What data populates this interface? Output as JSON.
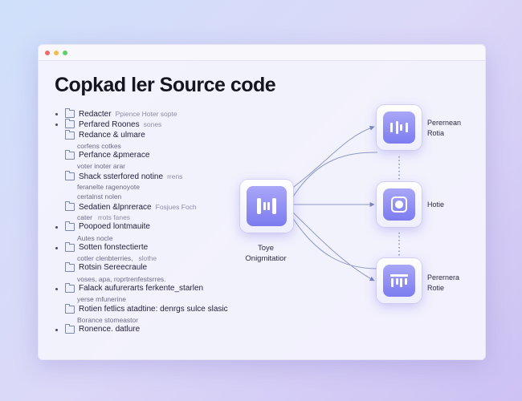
{
  "title": "Copkad ler Source code",
  "tree": [
    {
      "label": "Redacter",
      "note": "Ppience Hoter sopte",
      "bullet": true
    },
    {
      "label": "Perfared Roones",
      "note": "sones",
      "bullet": true
    },
    {
      "label": "Redance & ulmare",
      "note": "",
      "bullet": false
    },
    {
      "sub": "corfens cotkes",
      "note": ""
    },
    {
      "label": "Perfance &pmerace",
      "note": "",
      "bullet": false
    },
    {
      "sub": "voter inoter arar",
      "note": ""
    },
    {
      "label": "Shack ssterfored notine",
      "note": "rrens",
      "bullet": false
    },
    {
      "sub": "feranelte ragenoyote",
      "note": ""
    },
    {
      "sub": "certalnst nolen",
      "note": ""
    },
    {
      "label": "Sedatien &lpnrerace",
      "note": "Fosjues Foch",
      "bullet": false
    },
    {
      "sub": "cater",
      "note": "rrots fanes"
    },
    {
      "label": "Poopoed lontmauite",
      "note": "",
      "bullet": true
    },
    {
      "sub": "Autes nocle",
      "note": ""
    },
    {
      "label": "Sotten fonstectierte",
      "note": "",
      "bullet": true
    },
    {
      "sub": "cotler clenbterries,",
      "note": "slothe"
    },
    {
      "label": "Rotsin Sereecraule",
      "note": "",
      "bullet": false
    },
    {
      "sub": "voses, apa, roprtrenfestsrres.",
      "note": ""
    },
    {
      "label": "Falack aufurerarts ferkente_starlen",
      "note": "",
      "bullet": true
    },
    {
      "sub": "yerse mfunerine",
      "note": ""
    },
    {
      "label": "Rotien fetlics atadtine: denrgs sulce slasic",
      "note": "",
      "bullet": false
    },
    {
      "sub": "Borance stomeastor",
      "note": ""
    },
    {
      "label": "Ronence. datlure",
      "note": "",
      "bullet": true
    }
  ],
  "center_node": {
    "label_line1": "Toye",
    "label_line2": "Onigmitatior",
    "icon": "bracket-chip-icon"
  },
  "right_nodes": [
    {
      "line1": "Perernean",
      "line2": "Rotia",
      "icon": "bars-chip-icon"
    },
    {
      "line1": "Hotie",
      "line2": "",
      "icon": "target-chip-icon"
    },
    {
      "line1": "Perernera",
      "line2": "Rotie",
      "icon": "ruler-chip-icon"
    }
  ],
  "colors": {
    "accent": "#7c7cf0",
    "connector": "#7a86b8"
  }
}
